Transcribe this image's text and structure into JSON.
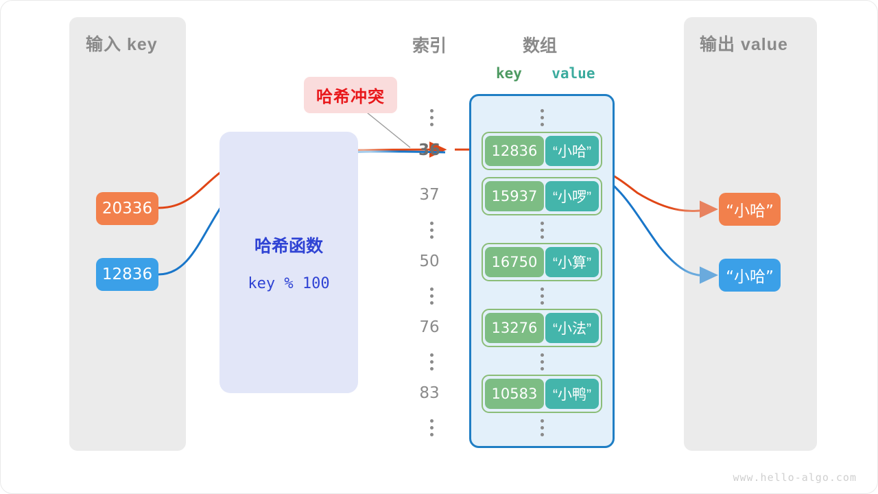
{
  "frame": {
    "watermark": "www.hello-algo.com"
  },
  "left_panel": {
    "title": "输入 key",
    "keys": [
      {
        "value": "20336",
        "color": "#f2804c"
      },
      {
        "value": "12836",
        "color": "#3ba0e8"
      }
    ]
  },
  "hash_function": {
    "title": "哈希函数",
    "expression": "key % 100",
    "text_color": "#2f43d4",
    "bg_color": "#e2e6f8"
  },
  "collision": {
    "label": "哈希冲突",
    "text_color": "#e8171a",
    "bg_color": "#fadcdc"
  },
  "array": {
    "index_header": "索引",
    "array_header": "数组",
    "key_header": "key",
    "value_header": "value",
    "key_header_color": "#4e9a62",
    "value_header_color": "#3bab9e",
    "border_color": "#1f7ec4",
    "bg_color": "#e3f0fa",
    "rows": [
      {
        "index": "",
        "kind": "dots",
        "highlight": false
      },
      {
        "index": "36",
        "kind": "entry",
        "key": "12836",
        "value": "“小哈”",
        "highlight": true
      },
      {
        "index": "37",
        "kind": "entry",
        "key": "15937",
        "value": "“小啰”",
        "highlight": false
      },
      {
        "index": "",
        "kind": "dots",
        "highlight": false
      },
      {
        "index": "50",
        "kind": "entry",
        "key": "16750",
        "value": "“小算”",
        "highlight": false
      },
      {
        "index": "",
        "kind": "dots",
        "highlight": false
      },
      {
        "index": "76",
        "kind": "entry",
        "key": "13276",
        "value": "“小法”",
        "highlight": false
      },
      {
        "index": "",
        "kind": "dots",
        "highlight": false
      },
      {
        "index": "83",
        "kind": "entry",
        "key": "10583",
        "value": "“小鸭”",
        "highlight": false
      },
      {
        "index": "",
        "kind": "dots",
        "highlight": false
      }
    ]
  },
  "right_panel": {
    "title": "输出 value",
    "values": [
      {
        "value": "“小哈”",
        "color": "#f2804c"
      },
      {
        "value": "“小哈”",
        "color": "#3ba0e8"
      }
    ]
  },
  "colors": {
    "panel_bg": "#ebebeb",
    "key_cell": "#7dbd84",
    "value_cell": "#44b5ab",
    "cell_border": "#8bbd78",
    "orange": "#f2804c",
    "orange_line": "#e04616",
    "blue": "#3ba0e8",
    "blue_line": "#1976c9",
    "index_text": "#8a8a8a"
  }
}
